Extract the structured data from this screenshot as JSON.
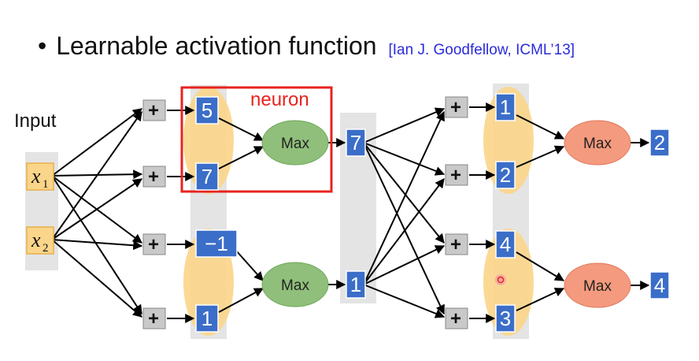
{
  "slide": {
    "bullet": "•",
    "title": "Learnable activation function",
    "citation": "[Ian J. Goodfellow, ICML’13]"
  },
  "diagram": {
    "input_label": "Input",
    "neuron_label": "neuron",
    "plus_symbol": "+",
    "max_label": "Max",
    "inputs": [
      {
        "var": "x",
        "sub": "1"
      },
      {
        "var": "x",
        "sub": "2"
      }
    ],
    "layer1_values": [
      "5",
      "7",
      "−1",
      "1"
    ],
    "layer1_outputs": [
      "7",
      "1"
    ],
    "layer2_values": [
      "1",
      "2",
      "4",
      "3"
    ],
    "final_outputs": [
      "2",
      "4"
    ],
    "colors": {
      "value_box": "#3b6ec8",
      "max_green": "#8fbf7a",
      "max_orange": "#f49a7e",
      "group_ellipse": "#fbd58a",
      "column_band": "#e4e4e4",
      "neuron_box": "#e8231f",
      "plus_box": "#c9c9c9",
      "input_box": "#fbd58a"
    }
  }
}
